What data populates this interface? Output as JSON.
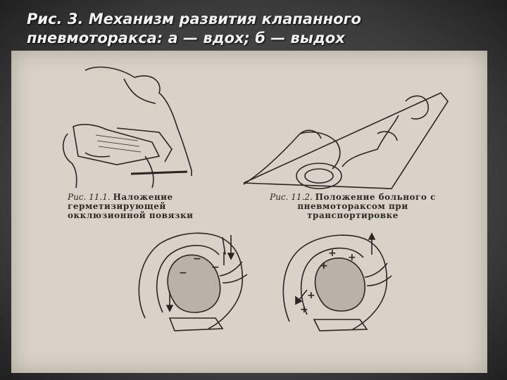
{
  "slide": {
    "title": "Рис. 3. Механизм развития клапанного пневмоторакса: а — вдох; б — выдох"
  },
  "figure": {
    "caption_1": {
      "number": "Рис. 11.1.",
      "text": "Наложение герметизирующей окклюзионной повязки"
    },
    "caption_2": {
      "number": "Рис. 11.2.",
      "text": "Положение больного с пневмотораксом при транспортировке"
    },
    "inhale_signs": [
      "−",
      "−",
      "−"
    ],
    "exhale_signs": [
      "+",
      "+",
      "+",
      "+",
      "+"
    ]
  }
}
